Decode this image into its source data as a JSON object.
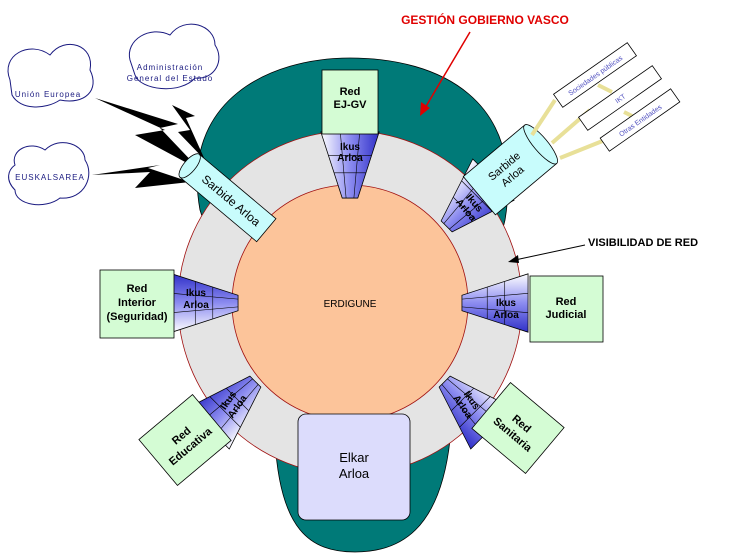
{
  "title": "GESTIÓN GOBIERNO VASCO",
  "visibility": "VISIBILIDAD DE RED",
  "center": "ERDIGUNE",
  "networks": {
    "ejgv": [
      "Red",
      "EJ-GV"
    ],
    "interior": [
      "Red",
      "Interior",
      "(Seguridad)"
    ],
    "judicial": [
      "Red",
      "Judicial"
    ],
    "educativa": [
      "Red",
      "Educativa"
    ],
    "sanitaria": [
      "Red",
      "Sanitaria"
    ],
    "elkar": [
      "Elkar",
      "Arloa"
    ]
  },
  "ikus": [
    "Ikus",
    "Arloa"
  ],
  "sarbide": "Sarbide Arloa",
  "sarbide_right": [
    "Sarbide",
    "Arloa"
  ],
  "clouds": {
    "ue": "Unión Europea",
    "age": [
      "Administración",
      "General del Estado"
    ],
    "euskalsarea": "EUSKALSAREA"
  },
  "external": [
    "Sociedades públicas",
    "IKT",
    "Otras Entidades"
  ],
  "colors": {
    "teal": "#007a78",
    "ring": "#e4e4e4",
    "core": "#fcc49a",
    "green": "#d4fcd4",
    "lavender": "#dcdcfc",
    "cyan": "#c8fcfc"
  }
}
